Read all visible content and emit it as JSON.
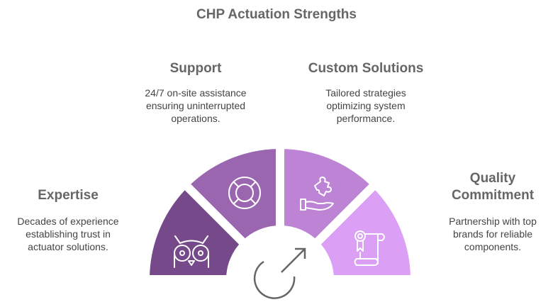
{
  "title": "CHP Actuation Strengths",
  "items": [
    {
      "heading": "Expertise",
      "lines": [
        "Decades of experience",
        "establishing trust in",
        "actuator solutions."
      ],
      "icon": "owl-icon",
      "color": "#764a8a"
    },
    {
      "heading": "Support",
      "lines": [
        "24/7 on-site assistance",
        "ensuring uninterrupted",
        "operations."
      ],
      "icon": "lifebuoy-icon",
      "color": "#9a66b0"
    },
    {
      "heading": "Custom Solutions",
      "lines": [
        "Tailored strategies",
        "optimizing system",
        "performance."
      ],
      "icon": "hand-puzzle-icon",
      "color": "#bd84d6"
    },
    {
      "heading_lines": [
        "Quality",
        "Commitment"
      ],
      "lines": [
        "Partnership with top",
        "brands for reliable",
        "components."
      ],
      "icon": "certificate-scroll-icon",
      "color": "#dba0f5"
    }
  ],
  "center_icon": "gauge-arrow-icon"
}
